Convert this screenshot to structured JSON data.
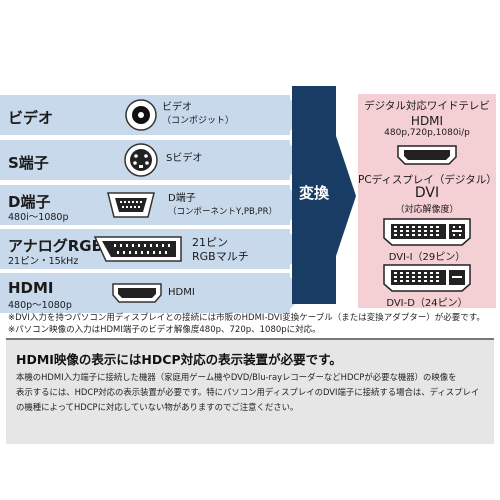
{
  "inputs": [
    {
      "label": "ビデオ",
      "sub": "",
      "caption": [
        "ビデオ",
        "（コンポジット）"
      ]
    },
    {
      "label": "S端子",
      "sub": "",
      "caption": [
        "Sビデオ"
      ]
    },
    {
      "label": "D端子",
      "sub": "480i～1080p",
      "caption": [
        "D端子",
        "（コンポーネントY,PB,PR）"
      ]
    },
    {
      "label": "アナログRGB",
      "sub": "21ピン・15kHz",
      "caption": [
        "21ピン",
        "RGBマルチ"
      ]
    },
    {
      "label": "HDMI",
      "sub": "480p～1080p",
      "caption": [
        "HDMI"
      ]
    }
  ],
  "converter": {
    "label": "変換"
  },
  "tv": {
    "title": "デジタル対応ワイドテレビ",
    "port": "HDMI",
    "res": "480p,720p,1080i/p"
  },
  "pc": {
    "title": "PCディスプレイ（デジタル）",
    "port": "DVI",
    "sub": "（対応解像度）",
    "dvi_i": "DVI-I（29ピン）",
    "dvi_d": "DVI-D（24ピン）"
  },
  "notes": [
    "※DVI入力を持つパソコン用ディスプレイとの接続には市販のHDMI-DVI変換ケーブル（または変換アダプター）が必要です。",
    "※パソコン映像の入力はHDMI端子のビデオ解像度480p、720p、1080pに対応。"
  ],
  "panel": {
    "heading": "HDMI映像の表示にはHDCP対応の表示装置が必要です。",
    "lines": [
      "本機のHDMI入力端子に接続した機器（家庭用ゲーム機やDVD/Blu-rayレコーダーなどHDCPが必要な機器）の映像を",
      "表示するには、HDCP対応の表示装置が必要です。特にパソコン用ディスプレイのDVI端子に接続する場合は、ディスプレイ",
      "の機種によってHDCPに対応していない物がありますのでご注意ください。"
    ]
  }
}
